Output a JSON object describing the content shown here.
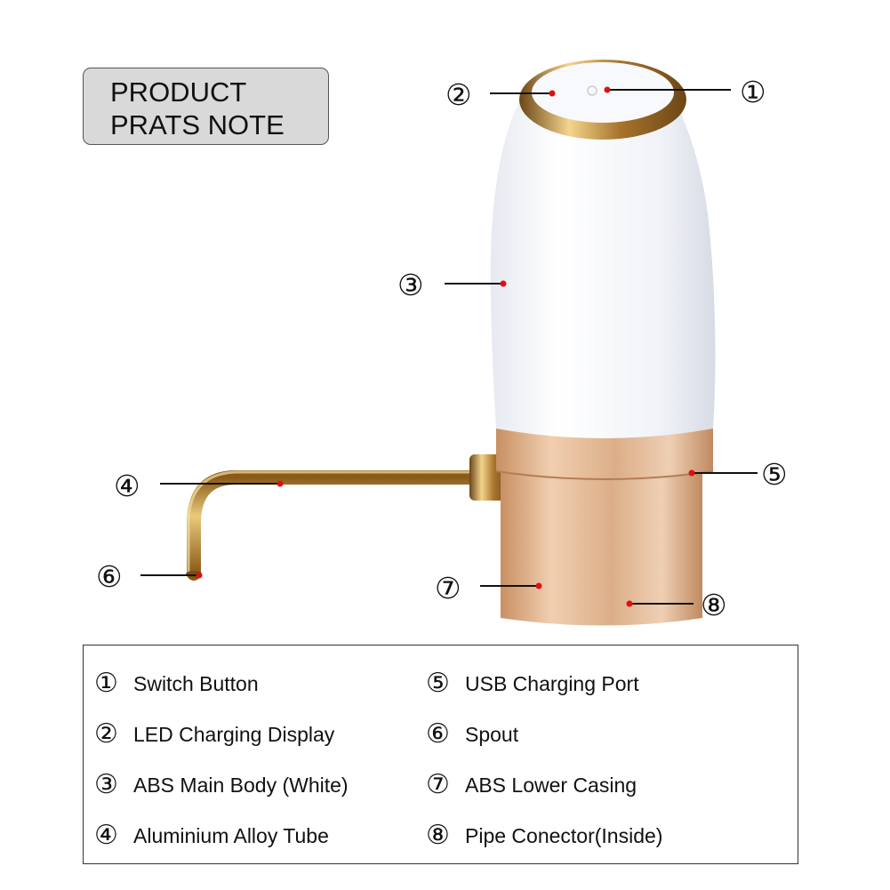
{
  "title": {
    "line1": "PRODUCT",
    "line2": "PRATS NOTE"
  },
  "callouts": [
    {
      "num": "①"
    },
    {
      "num": "②"
    },
    {
      "num": "③"
    },
    {
      "num": "④"
    },
    {
      "num": "⑤"
    },
    {
      "num": "⑥"
    },
    {
      "num": "⑦"
    },
    {
      "num": "⑧"
    }
  ],
  "legend": [
    {
      "num": "①",
      "text": "Switch Button"
    },
    {
      "num": "②",
      "text": "LED Charging Display"
    },
    {
      "num": "③",
      "text": "ABS Main Body (White)"
    },
    {
      "num": "④",
      "text": "Aluminium Alloy Tube"
    },
    {
      "num": "⑤",
      "text": "USB Charging Port"
    },
    {
      "num": "⑥",
      "text": "Spout"
    },
    {
      "num": "⑦",
      "text": "ABS Lower Casing"
    },
    {
      "num": "⑧",
      "text": "Pipe Conector(Inside)"
    }
  ],
  "colors": {
    "gold": "#d4a373",
    "white_body": "#f5f6fa",
    "dot": "#e01010"
  }
}
